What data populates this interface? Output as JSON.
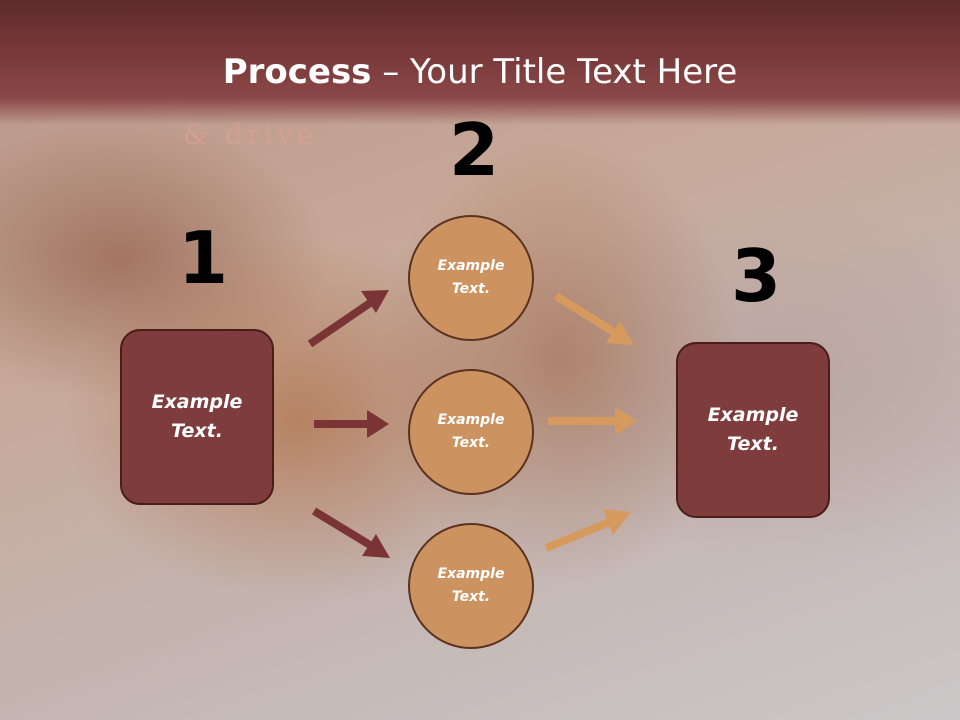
{
  "title": {
    "bold": "Process",
    "rest": " – Your Title Text Here"
  },
  "texture_text": "& drive",
  "steps": [
    "1",
    "2",
    "3"
  ],
  "start_box": {
    "text": "Example\nText."
  },
  "middle_circles": [
    {
      "text": "Example\nText."
    },
    {
      "text": "Example\nText."
    },
    {
      "text": "Example\nText."
    }
  ],
  "end_box": {
    "text": "Example\nText."
  },
  "colors": {
    "title_band": "#7a3a3a",
    "box_fill": "#7e3c3c",
    "circle_fill": "#cc9361",
    "arrow_dark": "#7a3436",
    "arrow_light": "#d79a5e"
  }
}
